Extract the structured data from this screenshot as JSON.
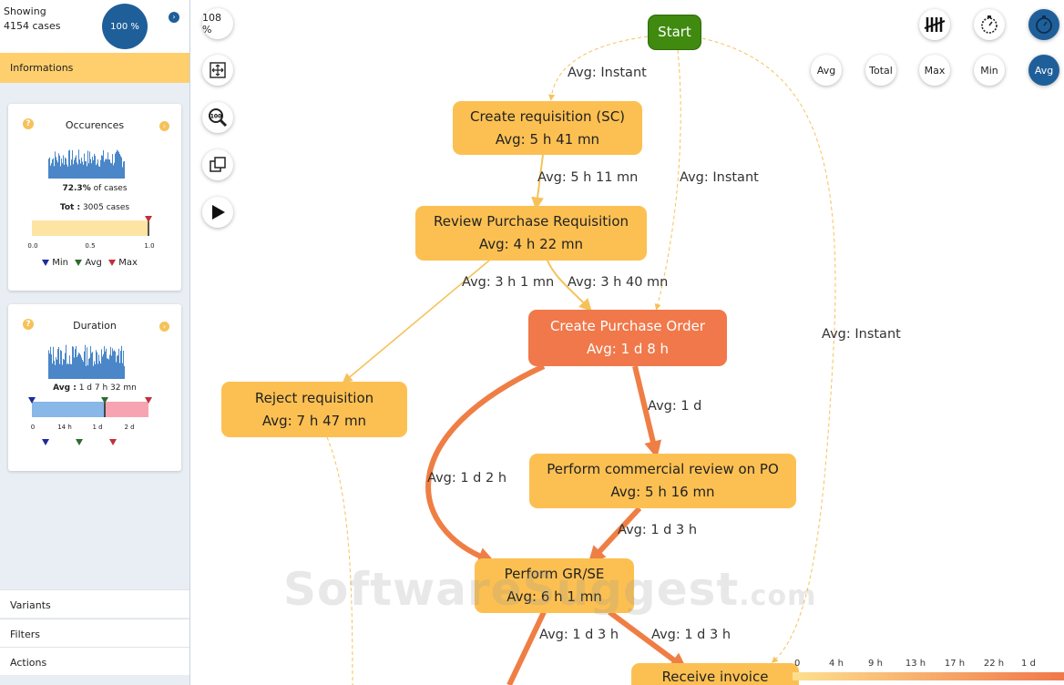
{
  "sidebar": {
    "showing_label": "Showing",
    "cases_count": "4154 cases",
    "percent": "100 %",
    "collapse_icon": "chevron-right",
    "info_tab": "Informations",
    "occurrences": {
      "title": "Occurences",
      "percent_value": "72.3%",
      "percent_text": "of cases",
      "tot_label": "Tot :",
      "tot_value": "3005 cases",
      "scale": [
        "0.0",
        "0.5",
        "1.0"
      ],
      "legend": {
        "min": "Min",
        "avg": "Avg",
        "max": "Max"
      }
    },
    "duration": {
      "title": "Duration",
      "avg_label": "Avg :",
      "avg_value": "1 d 7 h 32 mn",
      "scale": [
        "0",
        "14 h",
        "1 d",
        "2 d"
      ]
    },
    "menu": [
      "Variants",
      "Filters",
      "Actions"
    ]
  },
  "toolbar": {
    "zoom": "108 %",
    "tools": [
      "fit-screen-icon",
      "zoom-100-icon",
      "export-icon",
      "play-icon"
    ],
    "right_icons": [
      "frequency-icon",
      "timer-icon",
      "duration-mode-icon"
    ],
    "metrics": [
      "Avg",
      "Total",
      "Max",
      "Min",
      "Avg"
    ]
  },
  "graph": {
    "start": "Start",
    "nodes": [
      {
        "id": "create-req",
        "name": "Create requisition (SC)",
        "avg": "Avg: 5 h 41 mn"
      },
      {
        "id": "review-req",
        "name": "Review Purchase Requisition",
        "avg": "Avg: 4 h 22 mn"
      },
      {
        "id": "create-po",
        "name": "Create Purchase Order",
        "avg": "Avg: 1 d 8 h"
      },
      {
        "id": "reject-req",
        "name": "Reject requisition",
        "avg": "Avg: 7 h 47 mn"
      },
      {
        "id": "commercial-review",
        "name": "Perform commercial review on PO",
        "avg": "Avg: 5 h 16 mn"
      },
      {
        "id": "gr-se",
        "name": "Perform GR/SE",
        "avg": "Avg: 6 h 1 mn"
      },
      {
        "id": "receive-invoice",
        "name": "Receive invoice",
        "avg": ""
      }
    ],
    "edges": [
      "Avg: Instant",
      "Avg: 5 h 11 mn",
      "Avg: Instant",
      "Avg: 3 h 1 mn",
      "Avg: 3 h 40 mn",
      "Avg: Instant",
      "Avg: 1 d",
      "Avg: 1 d 2 h",
      "Avg: 1 d 3 h",
      "Avg: 1 d 3 h",
      "Avg: 1 d 3 h"
    ]
  },
  "scale": [
    "0",
    "4 h",
    "9 h",
    "13 h",
    "17 h",
    "22 h",
    "1 d"
  ],
  "watermark": {
    "main": "SoftwareSuggest",
    "suffix": ".com"
  },
  "colors": {
    "accent": "#1f5f99",
    "yellow_node": "#fcc052",
    "orange_node": "#f0784a",
    "start": "#3f8a0f"
  }
}
